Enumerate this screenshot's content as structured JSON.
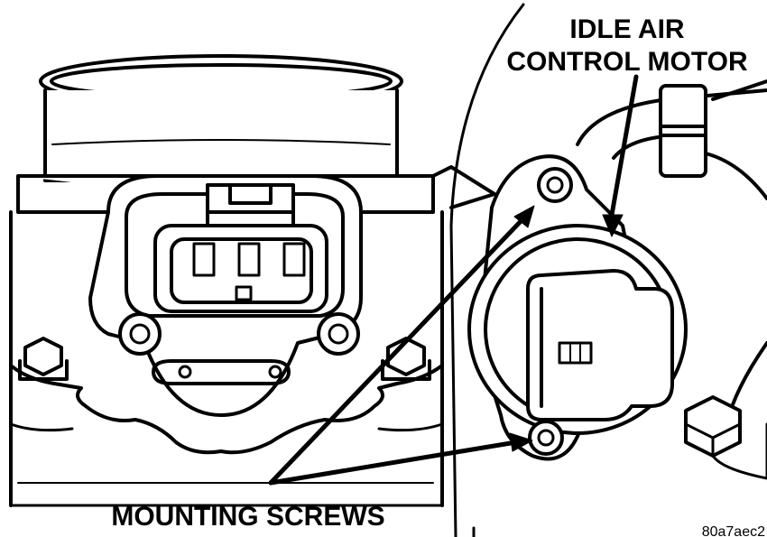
{
  "figure": {
    "labels": {
      "idle_air_line1": "IDLE AIR",
      "idle_air_line2": "CONTROL MOTOR",
      "mounting_screws": "MOUNTING SCREWS",
      "figure_code": "80a7aec2"
    },
    "colors": {
      "ink": "#000000",
      "background": "#ffffff"
    }
  }
}
